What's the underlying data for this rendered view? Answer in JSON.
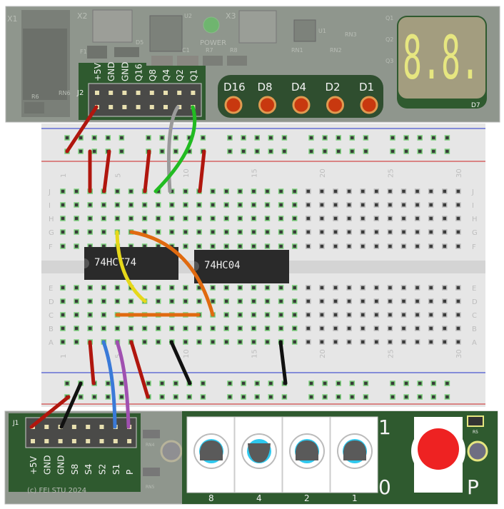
{
  "top_board": {
    "ref_labels": [
      "X1",
      "X2",
      "U2",
      "X3",
      "U1",
      "RN3",
      "Q1",
      "Q2",
      "Q3",
      "D5",
      "F1",
      "C1",
      "R7",
      "R8",
      "RN1",
      "RN2",
      "R6",
      "RN6",
      "J2",
      "D7"
    ],
    "power_label": "POWER",
    "j2_pins": [
      "+5V",
      "GND",
      "GND",
      "Q16",
      "Q8",
      "Q4",
      "Q2",
      "Q1"
    ],
    "leds": [
      "D16",
      "D8",
      "D4",
      "D2",
      "D1"
    ],
    "display_value": "8.8."
  },
  "breadboard": {
    "column_numbers": [
      "1",
      "5",
      "10",
      "15",
      "20",
      "25",
      "30"
    ],
    "rows_upper": [
      "J",
      "I",
      "H",
      "G",
      "F"
    ],
    "rows_lower": [
      "E",
      "D",
      "C",
      "B",
      "A"
    ],
    "chips": [
      {
        "label": "74HCT74"
      },
      {
        "label": "74HC04"
      }
    ]
  },
  "bottom_board": {
    "j1_label": "J1",
    "j1_pins": [
      "+5V",
      "GND",
      "GND",
      "S8",
      "S4",
      "S2",
      "S1",
      "P"
    ],
    "ref_labels": [
      "RN4",
      "RN5",
      "R5"
    ],
    "copyright": "(c) FEI STU 2024",
    "switch_labels": [
      "8",
      "4",
      "2",
      "1"
    ],
    "switch_states": [
      0,
      1,
      0,
      0
    ],
    "on_label": "1",
    "off_label": "0",
    "button_label": "P"
  },
  "colors": {
    "pcb_gray": "#8f968d",
    "pcb_green": "#2f5a2f",
    "led": "#c8380f",
    "segment": "#e6e680",
    "button": "#ee2222"
  }
}
